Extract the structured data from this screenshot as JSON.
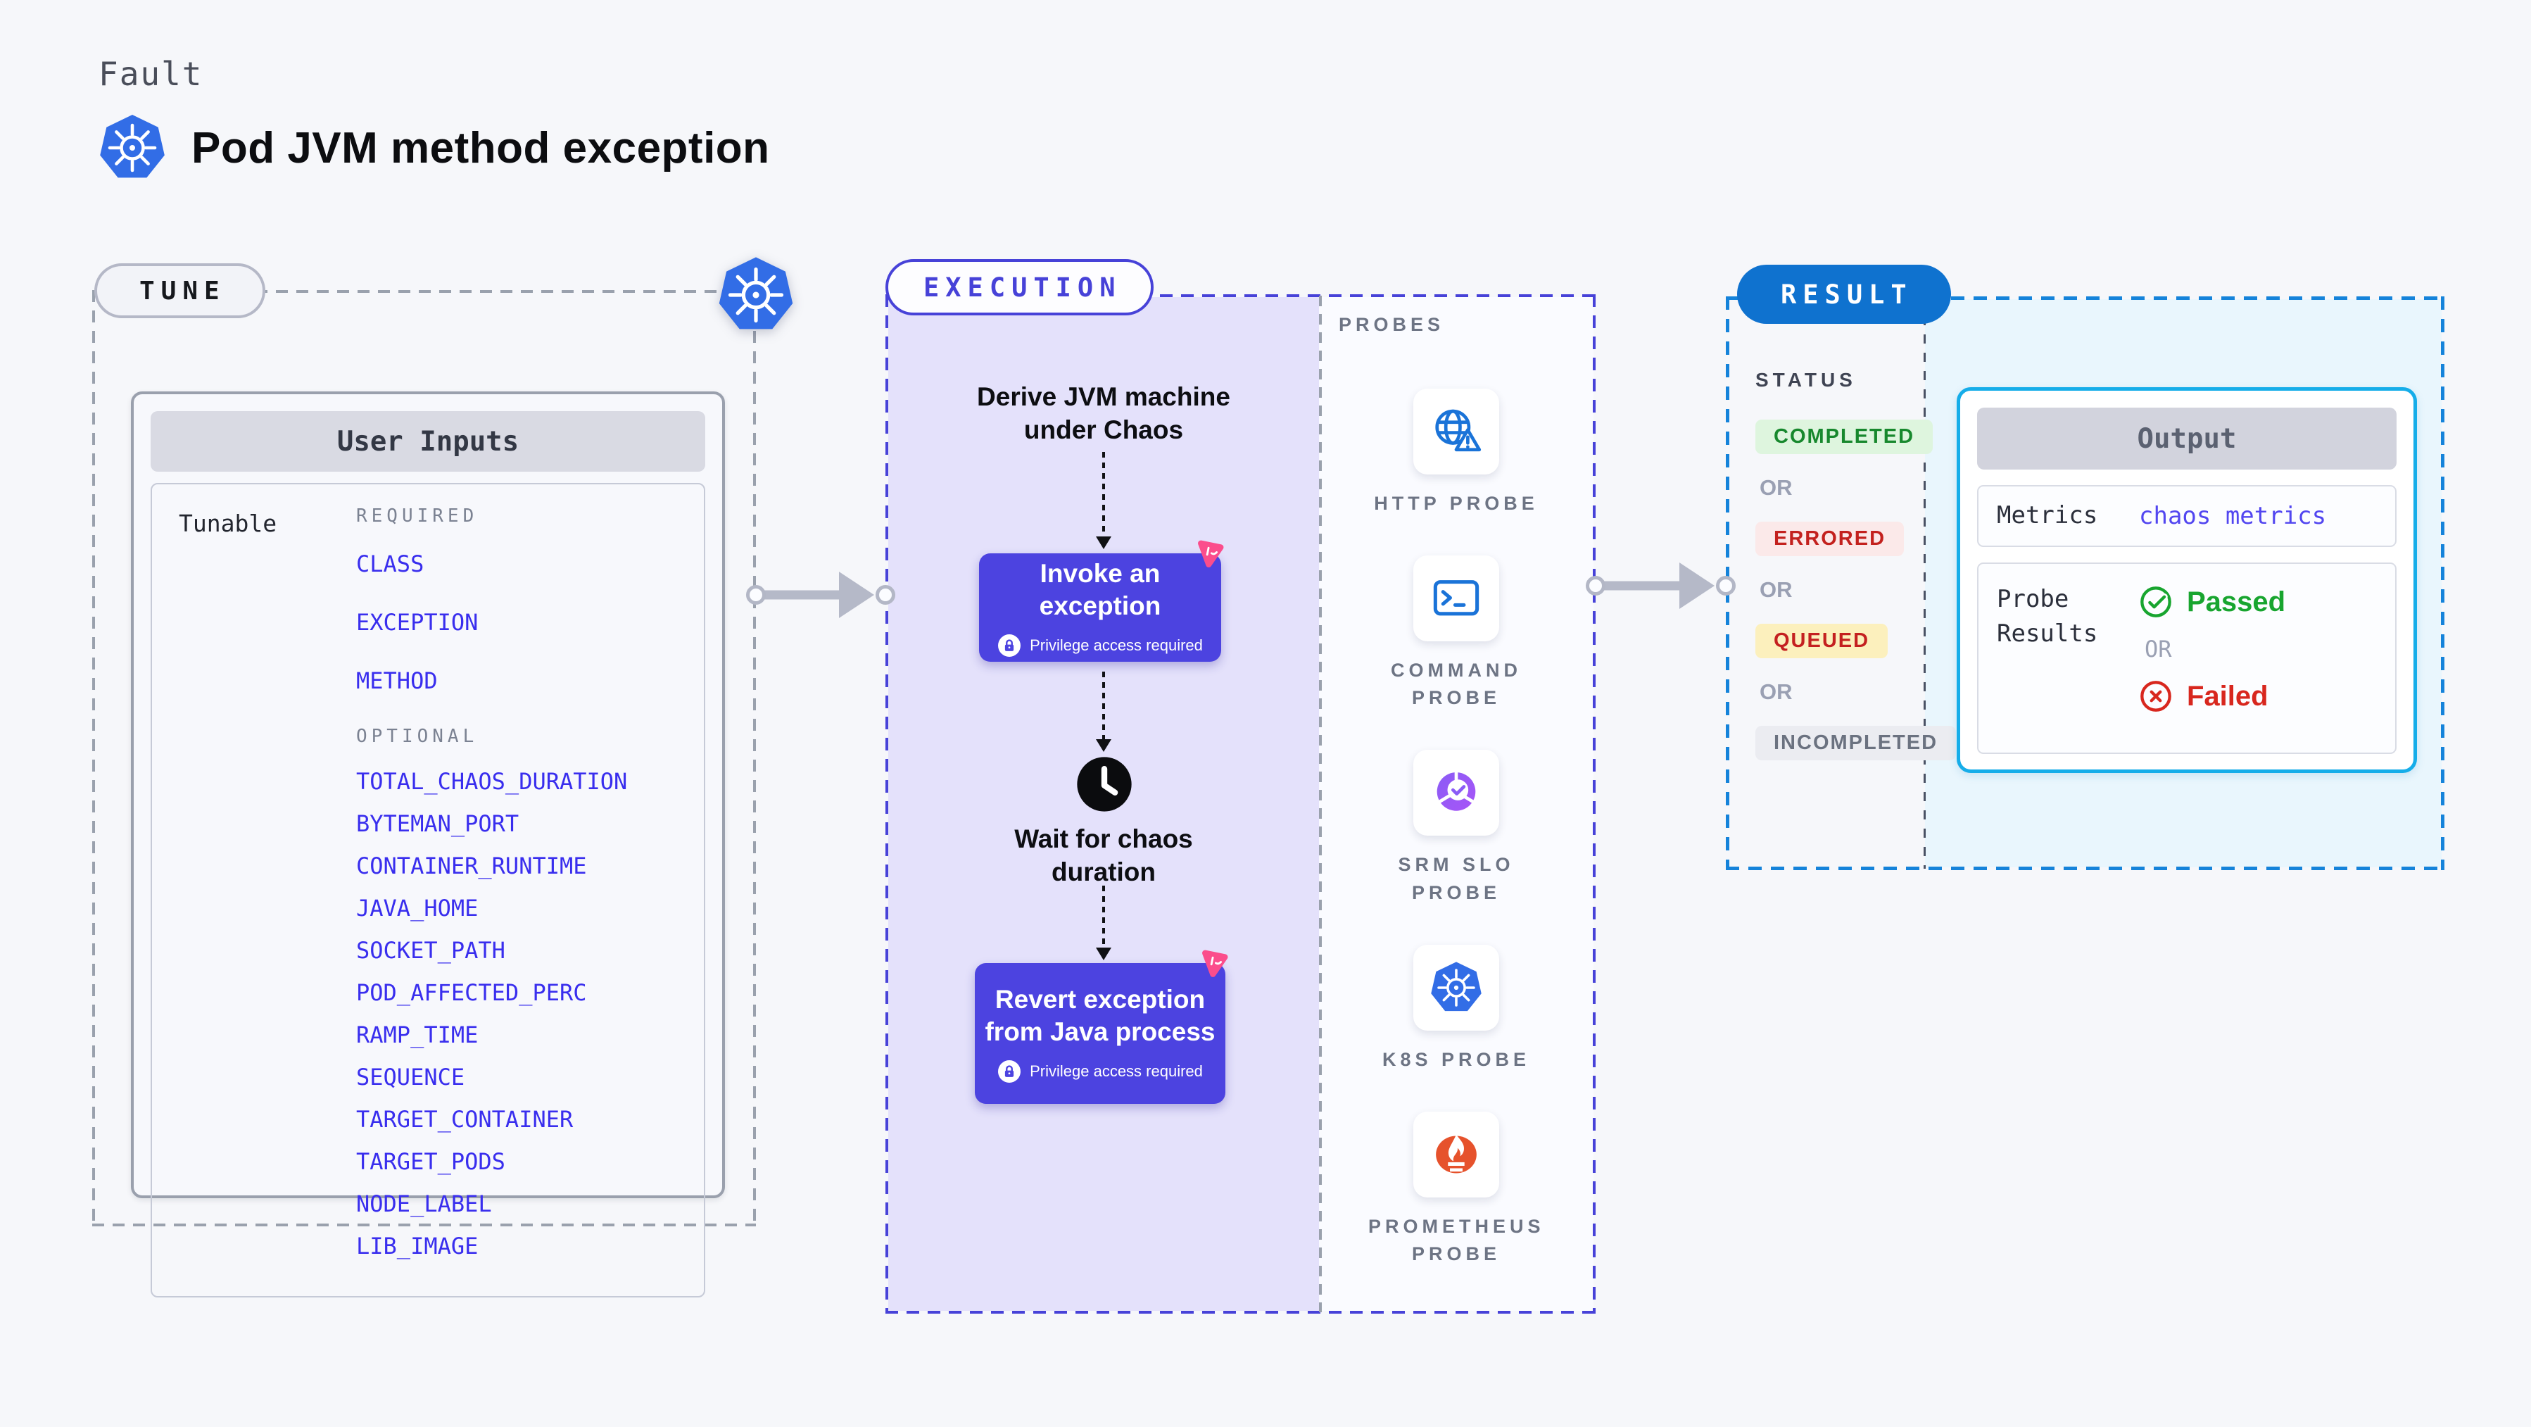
{
  "page": {
    "kicker": "Fault",
    "title": "Pod JVM method exception"
  },
  "tune": {
    "badge": "TUNE",
    "panel": {
      "title": "User Inputs",
      "row_label": "Tunable",
      "required_label": "REQUIRED",
      "required_fields": [
        "CLASS",
        "EXCEPTION",
        "METHOD"
      ],
      "optional_label": "OPTIONAL",
      "optional_fields": [
        "TOTAL_CHAOS_DURATION",
        "BYTEMAN_PORT",
        "CONTAINER_RUNTIME",
        "JAVA_HOME",
        "SOCKET_PATH",
        "POD_AFFECTED_PERC",
        "RAMP_TIME",
        "SEQUENCE",
        "TARGET_CONTAINER",
        "TARGET_PODS",
        "NODE_LABEL",
        "LIB_IMAGE"
      ]
    }
  },
  "execution": {
    "badge": "EXECUTION",
    "derive_line1": "Derive JVM machine",
    "derive_line2": "under Chaos",
    "invoke_label": "Invoke an exception",
    "wait_line1": "Wait for chaos",
    "wait_line2": "duration",
    "revert_line1": "Revert exception",
    "revert_line2": "from Java process",
    "privilege_note": "Privilege access required"
  },
  "probes": {
    "label": "PROBES",
    "items": [
      {
        "label": "HTTP PROBE",
        "icon": "globe-alert-icon"
      },
      {
        "label": "COMMAND PROBE",
        "icon": "terminal-icon"
      },
      {
        "label": "SRM SLO PROBE",
        "icon": "slo-donut-check-icon"
      },
      {
        "label": "K8S PROBE",
        "icon": "kubernetes-icon"
      },
      {
        "label": "PROMETHEUS PROBE",
        "icon": "prometheus-flame-icon"
      }
    ]
  },
  "result": {
    "badge": "RESULT",
    "status_label": "STATUS",
    "or_label": "OR",
    "statuses": [
      {
        "label": "COMPLETED",
        "variant": "success"
      },
      {
        "label": "ERRORED",
        "variant": "error"
      },
      {
        "label": "QUEUED",
        "variant": "warning"
      },
      {
        "label": "INCOMPLETED",
        "variant": "neutral"
      }
    ],
    "output": {
      "title": "Output",
      "metrics_label": "Metrics",
      "metrics_value": "chaos metrics",
      "probe_results_label": "Probe Results",
      "passed_label": "Passed",
      "failed_label": "Failed",
      "or_label": "OR"
    }
  },
  "colors": {
    "page_bg": "#f6f7fa",
    "accent_indigo": "#4742d8",
    "button_indigo": "#4c43e0",
    "lavender_bg": "#e4e1fb",
    "result_pill_blue": "#0f72cf",
    "result_border_blue": "#1583da",
    "output_border_cyan": "#16ade9",
    "cyan_bg": "#e9f6fd",
    "link_blue": "#392eee",
    "k8s_blue": "#326de6",
    "probe_icon_blue": "#1a73d8",
    "prometheus_orange": "#e6522c",
    "srm_purple": "#8b5cf6",
    "chaos_pink": "#fb4d8c",
    "success_green": "#18a52f",
    "fail_red": "#d8271e"
  }
}
